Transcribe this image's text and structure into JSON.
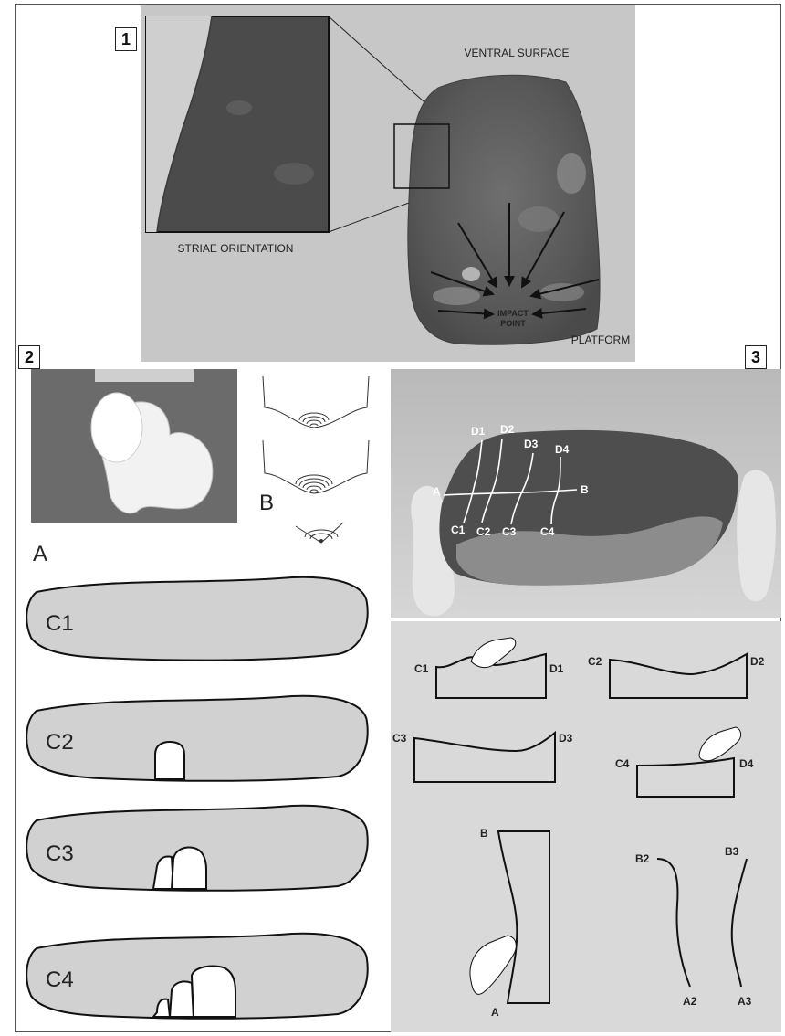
{
  "panel_numbers": [
    "1",
    "2",
    "3"
  ],
  "panel1": {
    "ventral_label": "VENTRAL SURFACE",
    "striae_label": "STRIAE ORIENTATION",
    "impact_label_line1": "IMPACT",
    "impact_label_line2": "POINT",
    "platform_label": "PLATFORM"
  },
  "panel2": {
    "label_a": "A",
    "label_b": "B",
    "sections": [
      "C1",
      "C2",
      "C3",
      "C4"
    ]
  },
  "panel3": {
    "photo_labels": {
      "d1": "D1",
      "d2": "D2",
      "d3": "D3",
      "d4": "D4",
      "a": "A",
      "b": "B",
      "c1": "C1",
      "c2": "C2",
      "c3": "C3",
      "c4": "C4"
    },
    "profiles": [
      {
        "left": "C1",
        "right": "D1"
      },
      {
        "left": "C2",
        "right": "D2"
      },
      {
        "left": "C3",
        "right": "D3"
      },
      {
        "left": "C4",
        "right": "D4"
      }
    ],
    "long_profile": {
      "top": "B",
      "bottom": "A"
    },
    "curves": [
      {
        "top": "B2",
        "bottom": "A2"
      },
      {
        "top": "B3",
        "bottom": "A3"
      }
    ]
  }
}
